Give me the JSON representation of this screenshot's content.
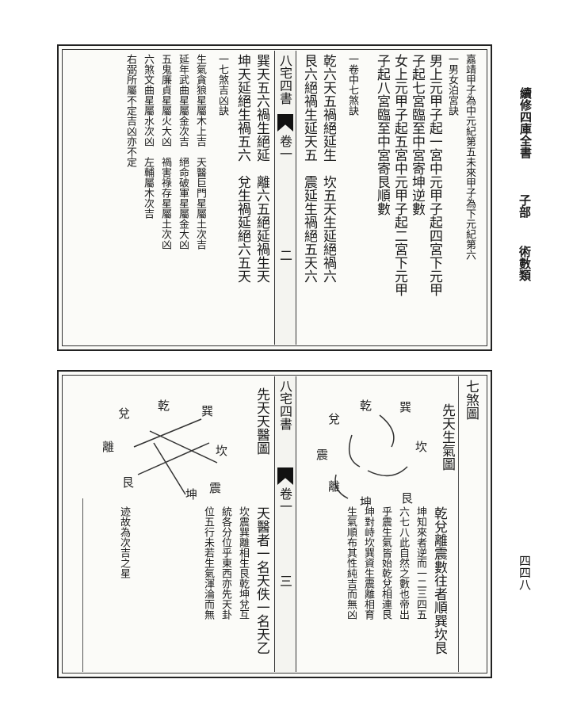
{
  "margin": {
    "series_title": "續修四庫全書",
    "section": "子部",
    "category": "術數類",
    "page_number": "四四八"
  },
  "top_page": {
    "center": {
      "book": "八宅四書",
      "volume": "卷一",
      "folio": "二"
    },
    "columns": [
      "嘉靖甲子為中元紀第五未來甲子為下元紀第六",
      "一男女泊宮訣",
      "男上元甲子起一宮中元甲子起四宮下元甲",
      "子起七宮臨至中宮寄坤逆數",
      "女上元甲子起五宮中元甲子起二宮下元甲",
      "子起八宮臨至中宮寄艮順數",
      "一卷中七煞訣",
      "乾六天五禍絕延生　坎五天生延絕禍六",
      "艮六絕禍生延天五　震延生禍絕五天六",
      "巽天五六禍生絕延　離六五絕延禍生天",
      "坤天延絕生禍五六　兌生禍延絕六五天",
      "一七煞吉凶訣",
      "生氣貪狼星屬木上吉　天醫巨門星屬土次吉",
      "延年武曲星屬金次吉　絕命破軍星屬金大凶",
      "五鬼廉貞星屬火大凶　禍害祿存星屬土次凶",
      "六煞文曲星屬水次凶　左輔屬木次吉",
      "右弼所屬不定吉凶亦不定"
    ]
  },
  "bottom_page": {
    "center": {
      "book": "八宅四書",
      "volume": "卷一",
      "folio": "三"
    },
    "heading": "七煞圖",
    "diagram_right": {
      "caption": "先天生氣圖",
      "labels": [
        "乾",
        "巽",
        "坎",
        "兌",
        "震",
        "坤",
        "艮",
        "離"
      ]
    },
    "diagram_left": {
      "caption": "先天天醫圖",
      "labels": [
        "乾",
        "巽",
        "坎",
        "兌",
        "離",
        "坤",
        "震",
        "艮"
      ]
    },
    "text_right": [
      "乾兌離震數往者順巽坎艮",
      "坤知來者逆而一二三四五",
      "六七八此自然之數也帝出",
      "乎震生氣皆始乾兌相連艮",
      "坤對峙坎巽資生震離相育",
      "生氣順布其性純吉而無凶"
    ],
    "text_left": [
      "天醫者一名天佚一名天乙",
      "坎震巽離相生艮乾坤兌互",
      "統各分位乎東西亦先天卦",
      "位五行未若生氣渾淪而無",
      "迹故為次吉之星"
    ]
  }
}
